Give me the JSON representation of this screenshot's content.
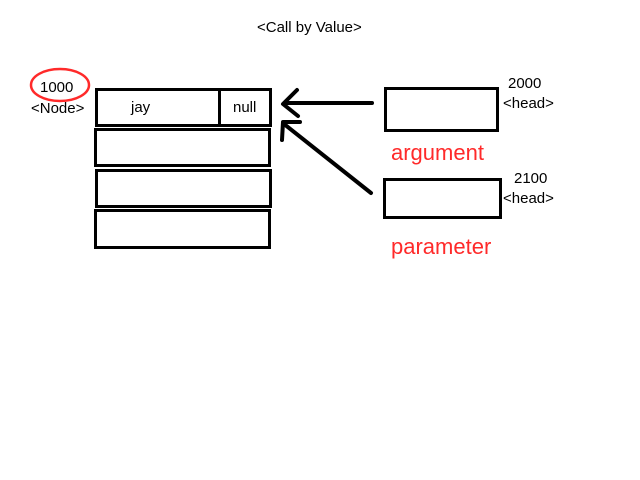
{
  "title": "<Call by Value>",
  "node": {
    "address": "1000",
    "type_label": "<Node>",
    "fields": [
      "jay",
      "null"
    ],
    "empty_rows": 3
  },
  "argument": {
    "address": "2000",
    "type_label": "<head>",
    "label": "argument"
  },
  "parameter": {
    "address": "2100",
    "type_label": "<head>",
    "label": "parameter"
  },
  "colors": {
    "line": "#000000",
    "highlight": "#ff2a2a",
    "label_text": "#ff2a2a",
    "background": "#ffffff"
  }
}
